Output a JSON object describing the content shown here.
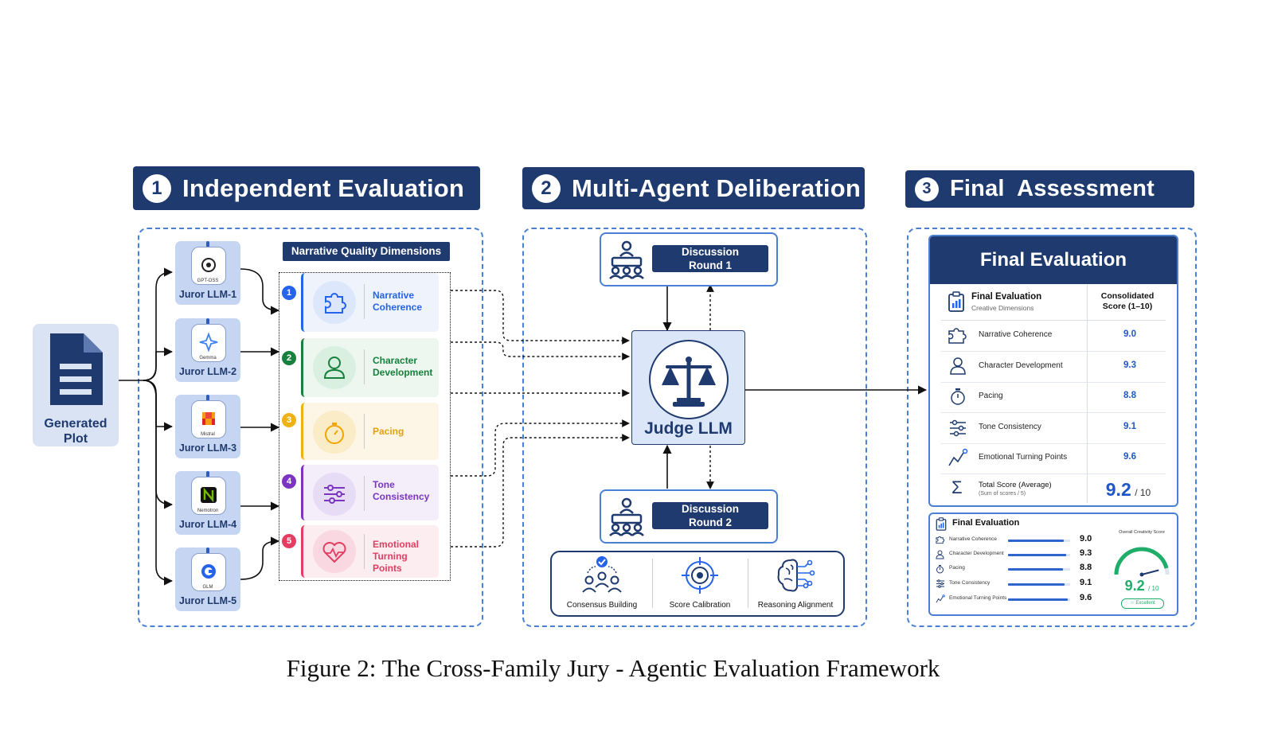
{
  "sections": {
    "s1": {
      "num": "1",
      "title": "Independent Evaluation"
    },
    "s2": {
      "num": "2",
      "title": "Multi-Agent Deliberation"
    },
    "s3": {
      "num": "3",
      "title": "Final  Assessment"
    }
  },
  "input": {
    "label_line1": "Generated",
    "label_line2": "Plot"
  },
  "jurors": [
    {
      "family": "GPT-OSS",
      "name": "Juror LLM-1"
    },
    {
      "family": "Gemma",
      "name": "Juror LLM-2"
    },
    {
      "family": "Mistral",
      "name": "Juror LLM-3"
    },
    {
      "family": "Nemotron",
      "name": "Juror LLM-4"
    },
    {
      "family": "GLM",
      "name": "Juror LLM-5"
    }
  ],
  "dimensions": {
    "title": "Narrative Quality Dimensions",
    "items": [
      {
        "num": "1",
        "line1": "Narrative",
        "line2": "Coherence",
        "color": "#2563eb",
        "bg": "#eef3fc",
        "icon": "puzzle-icon"
      },
      {
        "num": "2",
        "line1": "Character",
        "line2": "Development",
        "color": "#16803c",
        "bg": "#edf7ef",
        "icon": "person-icon"
      },
      {
        "num": "3",
        "line1": "Pacing",
        "line2": "",
        "color": "#f0b114",
        "bg": "#fdf6e6",
        "icon": "stopwatch-icon"
      },
      {
        "num": "4",
        "line1": "Tone",
        "line2": "Consistency",
        "color": "#7b35c1",
        "bg": "#f3eefa",
        "icon": "sliders-icon"
      },
      {
        "num": "5",
        "line1": "Emotional",
        "line2": "Turning Points",
        "color": "#e33d62",
        "bg": "#fcedf1",
        "icon": "heart-pulse-icon"
      }
    ]
  },
  "deliberation": {
    "round1": {
      "line1": "Discussion",
      "line2": "Round 1"
    },
    "round2": {
      "line1": "Discussion",
      "line2": "Round 2"
    },
    "judge": "Judge LLM",
    "features": [
      "Consensus Building",
      "Score Calibration",
      "Reasoning Alignment"
    ]
  },
  "final": {
    "banner": "Final Evaluation",
    "table_title": "Final Evaluation",
    "table_subtitle": "Creative Dimensions",
    "score_header_line1": "Consolidated",
    "score_header_line2": "Score (1–10)",
    "rows": [
      {
        "label": "Narrative Coherence",
        "score": "9.0",
        "icon": "puzzle-icon"
      },
      {
        "label": "Character Development",
        "score": "9.3",
        "icon": "person-icon"
      },
      {
        "label": "Pacing",
        "score": "8.8",
        "icon": "stopwatch-icon"
      },
      {
        "label": "Tone Consistency",
        "score": "9.1",
        "icon": "sliders-icon"
      },
      {
        "label": "Emotional Turning Points",
        "score": "9.6",
        "icon": "trend-icon"
      }
    ],
    "total_label": "Total Score (Average)",
    "total_sub": "(Sum of scores / 5)",
    "total_score": "9.2",
    "total_denominator": "/ 10"
  },
  "mini": {
    "title": "Final Evaluation",
    "rows": [
      {
        "label": "Narrative Coherence",
        "score": "9.0",
        "fraction": 0.9
      },
      {
        "label": "Character Development",
        "score": "9.3",
        "fraction": 0.93
      },
      {
        "label": "Pacing",
        "score": "8.8",
        "fraction": 0.88
      },
      {
        "label": "Tone Consistency",
        "score": "9.1",
        "fraction": 0.91
      },
      {
        "label": "Emotional Turning Points",
        "score": "9.6",
        "fraction": 0.96
      }
    ],
    "gauge_title": "Overall Creativity Score",
    "gauge_value": "9.2",
    "gauge_den": "/ 10",
    "gauge_fraction": 0.92,
    "gauge_badge": "☆ Excellent"
  },
  "caption": "Figure 2: The Cross-Family Jury - Agentic Evaluation Framework",
  "colors": {
    "navy": "#1f3a6e",
    "blue": "#4a7fd4",
    "score_blue": "#1f56c9",
    "gauge_green": "#1fae6a"
  }
}
